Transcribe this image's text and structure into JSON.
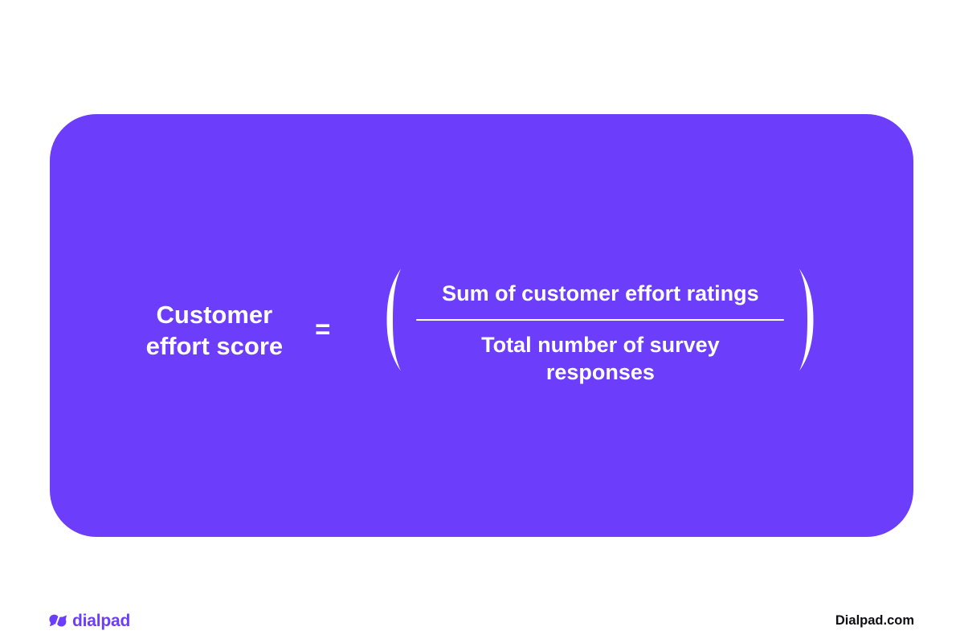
{
  "colors": {
    "card_purple": "#6C3DFA",
    "text_on_card": "#FFFFFF",
    "footer_text_dark": "#0E0D12",
    "logo_purple": "#6C3DFA",
    "page_background": "#FFFFFF"
  },
  "formula": {
    "label_line1": "Customer",
    "label_line2": "effort score",
    "equals_sign": "=",
    "open_paren": "(",
    "numerator": "Sum of customer effort ratings",
    "denominator": "Total number of survey responses",
    "close_paren": ")"
  },
  "footer": {
    "logo_text": "dialpad",
    "site_text": "Dialpad.com"
  }
}
